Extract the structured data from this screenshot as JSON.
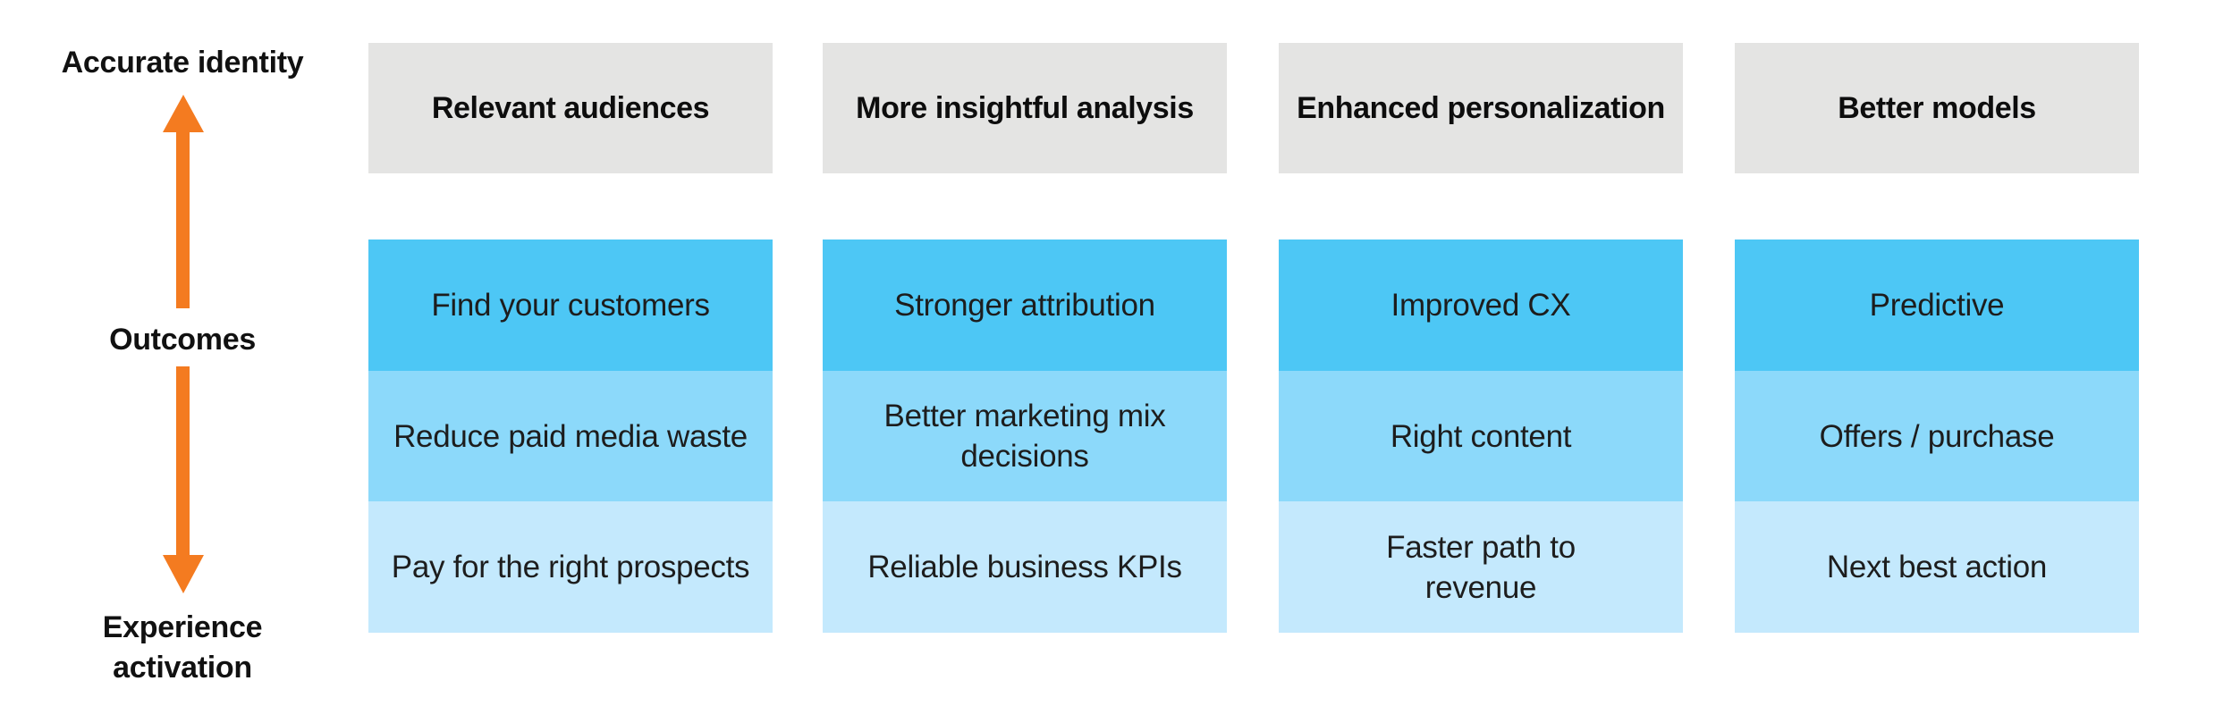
{
  "axis": {
    "top_label": "Accurate identity",
    "middle_label": "Outcomes",
    "bottom_label": "Experience\nactivation",
    "up_arrow_icon": "up-arrow-icon",
    "down_arrow_icon": "down-arrow-icon"
  },
  "columns": [
    {
      "header": "Relevant audiences",
      "cells": [
        "Find your customers",
        "Reduce paid media waste",
        "Pay for the right prospects"
      ]
    },
    {
      "header": "More insightful analysis",
      "cells": [
        "Stronger attribution",
        "Better marketing mix\ndecisions",
        "Reliable business KPIs"
      ]
    },
    {
      "header": "Enhanced personalization",
      "cells": [
        "Improved CX",
        "Right content",
        "Faster path to\nrevenue"
      ]
    },
    {
      "header": "Better models",
      "cells": [
        "Predictive",
        "Offers / purchase",
        "Next best action"
      ]
    }
  ],
  "colors": {
    "header_bg": "#E4E4E3",
    "cell_shades": [
      "#4DC7F5",
      "#8CD9FA",
      "#C4E9FD"
    ],
    "arrow": "#F47B20",
    "text": "#1d1d1d",
    "background": "#FFFFFF"
  }
}
